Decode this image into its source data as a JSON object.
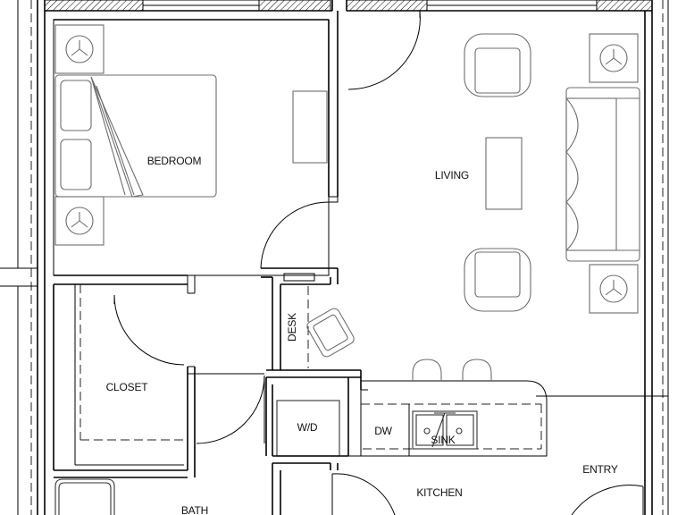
{
  "plan": {
    "labels": {
      "bedroom": "BEDROOM",
      "living": "LIVING",
      "closet": "CLOSET",
      "desk": "DESK",
      "wd": "W/D",
      "dw": "DW",
      "sink": "SINK",
      "entry": "ENTRY",
      "kitchen": "KITCHEN",
      "bath": "BATH"
    }
  }
}
